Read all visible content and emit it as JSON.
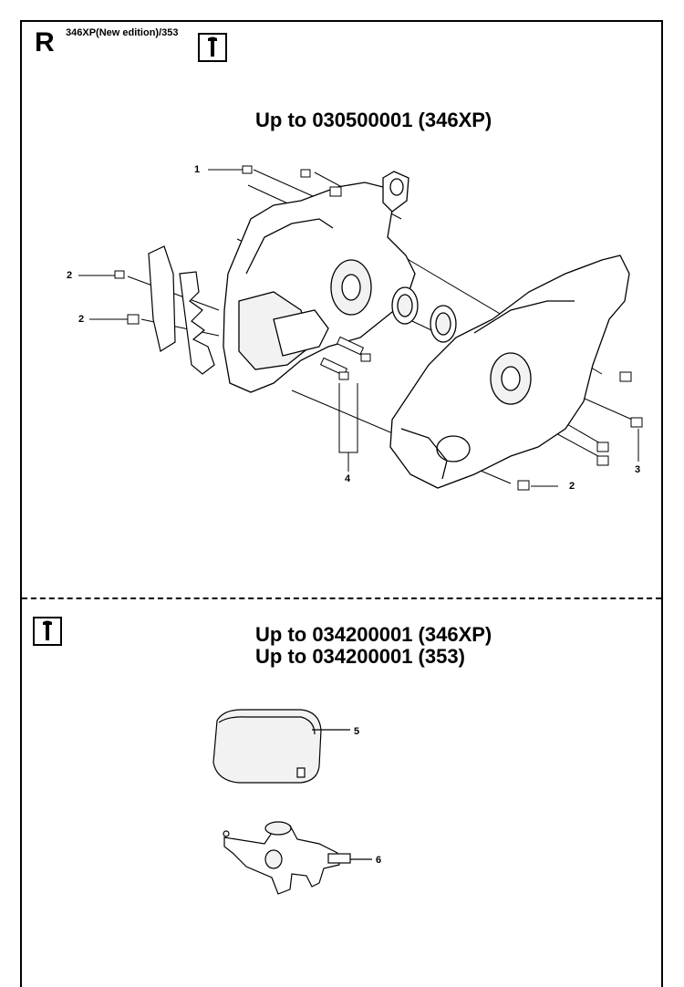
{
  "header": {
    "section_letter": "R",
    "model_text": "346XP(New edition)/353",
    "tool_icon": "wrench-icon"
  },
  "sections": [
    {
      "heading_lines": [
        "Up to 030500001 (346XP)"
      ]
    },
    {
      "heading_lines": [
        "Up to 034200001 (346XP)",
        "Up to 034200001 (353)"
      ]
    }
  ],
  "callouts": [
    "1",
    "2",
    "2",
    "2",
    "3",
    "4",
    "5",
    "6"
  ],
  "colors": {
    "ink": "#000000",
    "paper": "#ffffff",
    "part_fill": "#f2f2f2"
  }
}
